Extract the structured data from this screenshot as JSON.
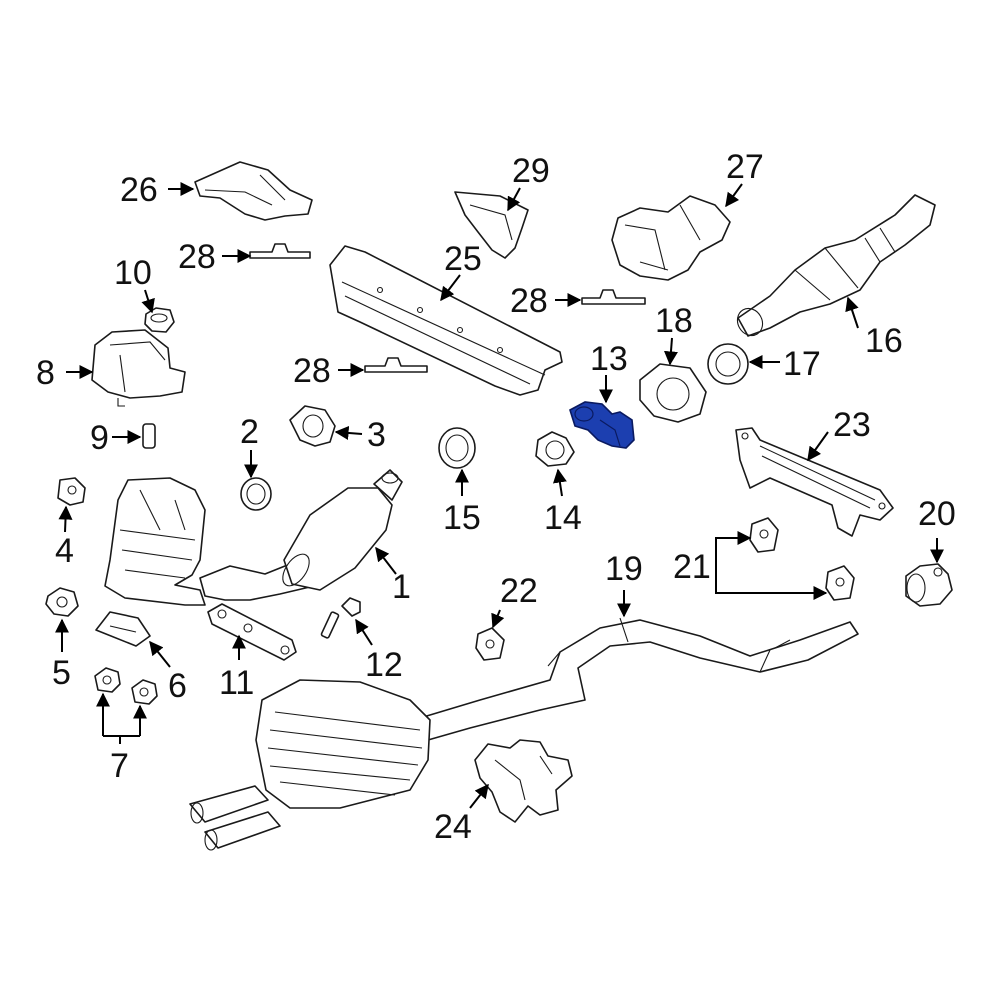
{
  "diagram": {
    "highlight_color": "#1c3fb0",
    "highlighted_part": "13",
    "callouts": [
      "1",
      "2",
      "3",
      "4",
      "5",
      "6",
      "7",
      "8",
      "9",
      "10",
      "11",
      "12",
      "13",
      "14",
      "15",
      "16",
      "17",
      "18",
      "19",
      "20",
      "21",
      "22",
      "23",
      "24",
      "25",
      "26",
      "27",
      "28",
      "28",
      "28",
      "29"
    ]
  }
}
